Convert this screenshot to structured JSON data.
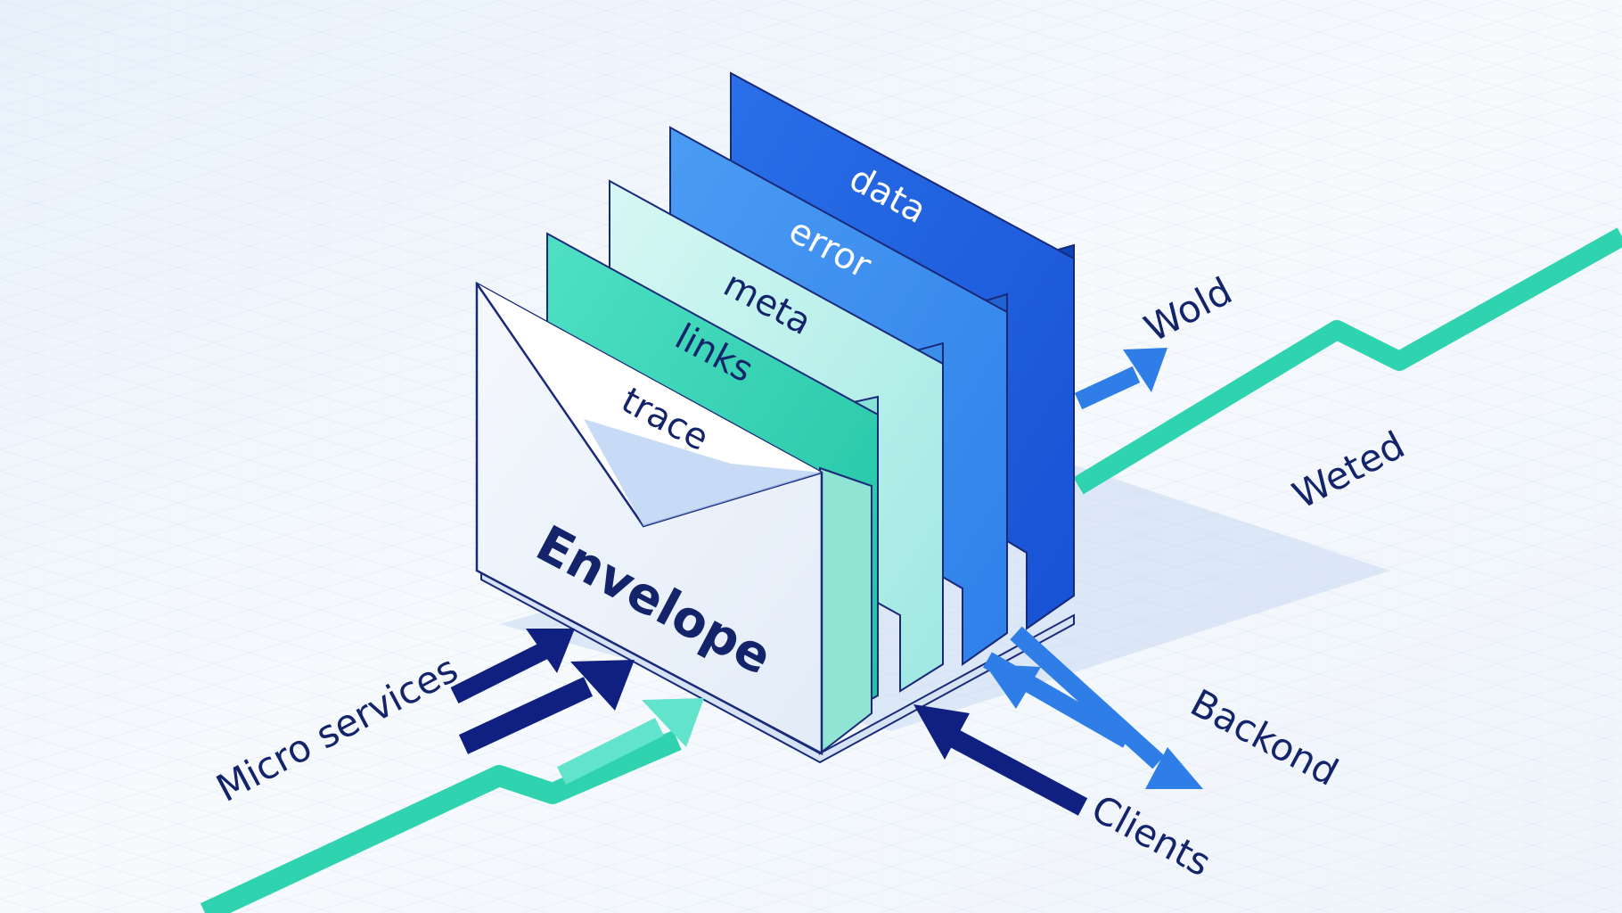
{
  "envelope": {
    "title": "Envelope",
    "layers": [
      {
        "id": "data",
        "label": "data"
      },
      {
        "id": "error",
        "label": "error"
      },
      {
        "id": "meta",
        "label": "meta"
      },
      {
        "id": "links",
        "label": "links"
      },
      {
        "id": "trace",
        "label": "trace"
      }
    ]
  },
  "labels": {
    "micro_services": "Micro services",
    "clients": "Clients",
    "backend": "Backond",
    "world": "Wold",
    "wetted": "Weted"
  },
  "colors": {
    "background": "#f4f8fc",
    "grid": "#dbe6f1",
    "flow_line": "#2fd3b0",
    "text": "#14246b",
    "data": "#1c5fe0",
    "error": "#3a8ff0",
    "meta": "#c6f3ef",
    "links": "#2fd3b0",
    "envelope": "#eef4fc",
    "arrow_navy": "#0f2080",
    "arrow_blue": "#2f7ee8",
    "arrow_teal": "#62e3cc"
  }
}
